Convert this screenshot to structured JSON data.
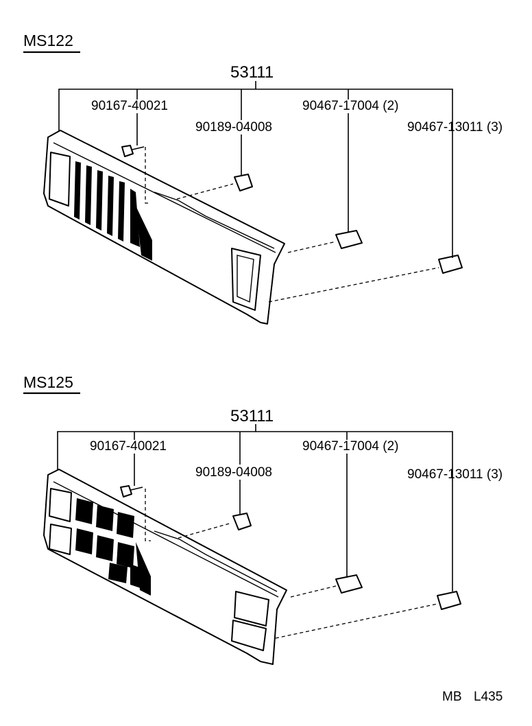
{
  "sections": [
    {
      "model": "MS122",
      "assembly": "53111",
      "parts": [
        "90167-40021",
        "90189-04008",
        "90467-17004 (2)",
        "90467-13011 (3)"
      ]
    },
    {
      "model": "MS125",
      "assembly": "53111",
      "parts": [
        "90167-40021",
        "90189-04008",
        "90467-17004 (2)",
        "90467-13011 (3)"
      ]
    }
  ],
  "footer": {
    "code_a": "MB",
    "code_b": "L435"
  }
}
